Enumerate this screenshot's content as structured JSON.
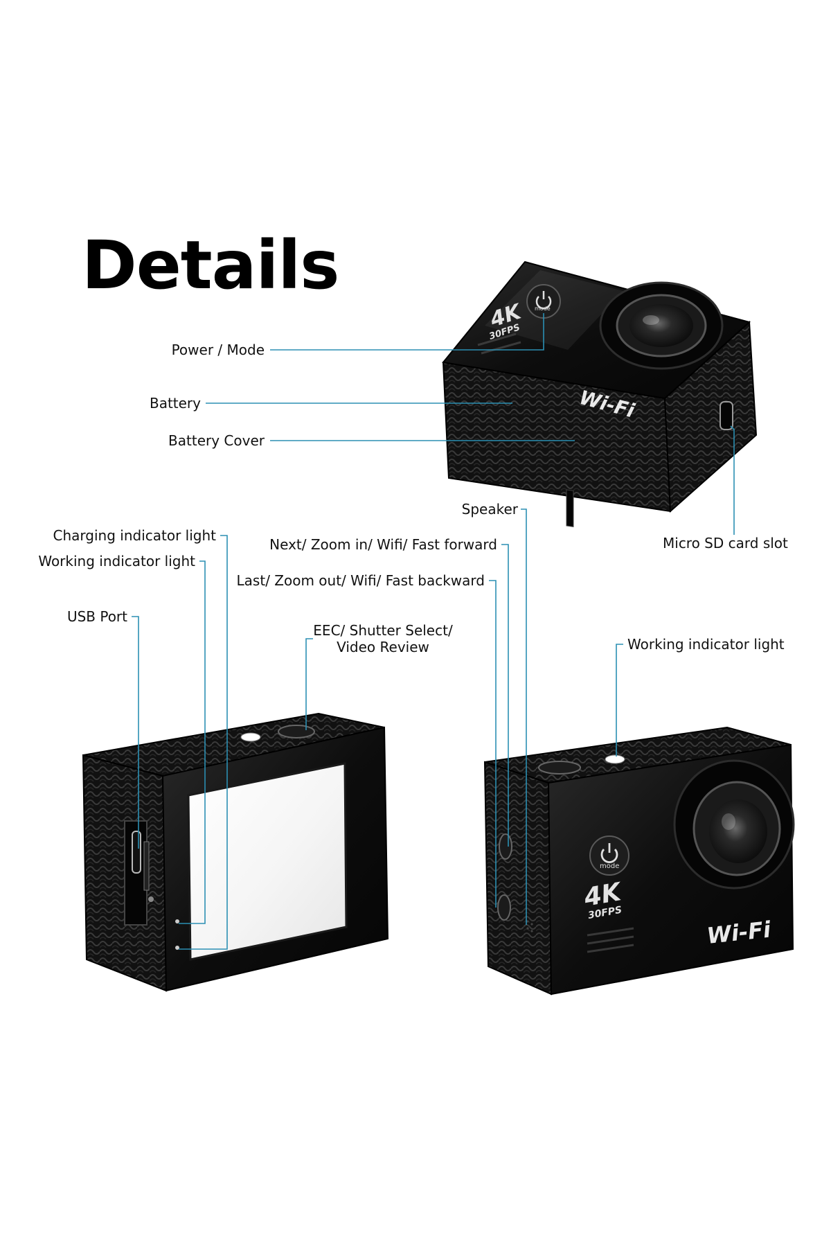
{
  "title": "Details",
  "labels": {
    "power_mode": "Power / Mode",
    "battery": "Battery",
    "battery_cover": "Battery Cover",
    "speaker": "Speaker",
    "micro_sd": "Micro SD card slot",
    "charging_light": "Charging indicator light",
    "working_light_left": "Working indicator light",
    "next_zoom": "Next/ Zoom in/ Wifi/ Fast forward",
    "last_zoom": "Last/ Zoom out/ Wifi/ Fast backward",
    "usb_port": "USB Port",
    "eec_line1": "EEC/ Shutter Select/",
    "eec_line2": "Video Review",
    "working_light_right": "Working indicator light"
  },
  "camera_markings": {
    "resolution": "4K",
    "frame_rate": "30FPS",
    "wifi": "Wi-Fi",
    "mode": "mode"
  },
  "colors": {
    "leader_line": "#2b8fb3",
    "camera_body": "#0b0b0b",
    "text": "#111111"
  },
  "icons": {
    "power": "power-icon"
  }
}
